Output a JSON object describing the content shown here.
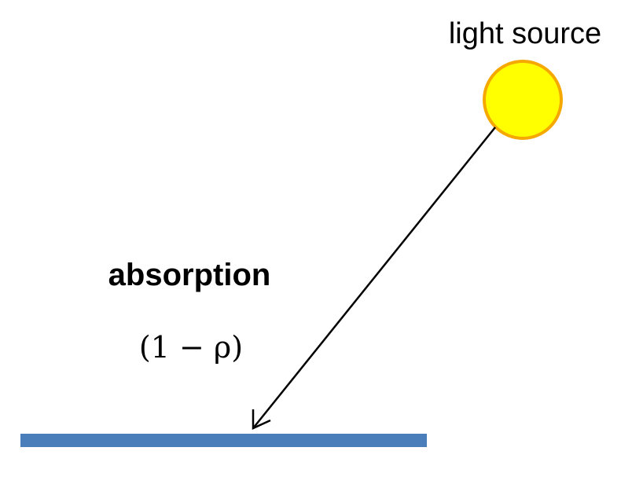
{
  "diagram": {
    "light_source_label": "light source",
    "absorption_label": "absorption",
    "formula": "(1 − ρ)",
    "colors": {
      "sun_fill": "#FFFF00",
      "sun_stroke": "#F5A800",
      "surface": "#4A7EBB",
      "arrow": "#000000",
      "text": "#000000"
    }
  }
}
